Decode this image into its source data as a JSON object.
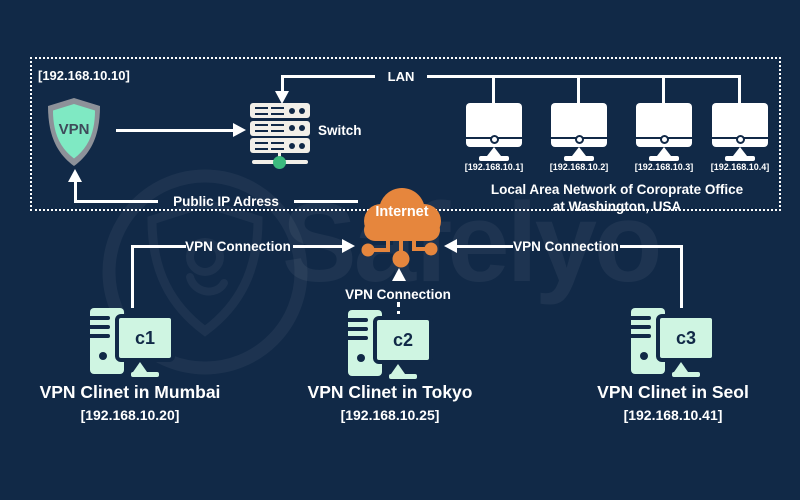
{
  "colors": {
    "background": "#112947",
    "cloud_orange": "#E6863D",
    "shield_mint": "#7FE9C3",
    "shield_border_gray": "#8D9199",
    "client_mint": "#CFF5E2",
    "switch_cream": "#F2EFE8",
    "led_green": "#3CBA7E",
    "line_white": "#FFFFFF"
  },
  "watermark": {
    "brand": "Safelyo"
  },
  "lan": {
    "gateway_ip": "[192.168.10.10]",
    "shield_label": "VPN",
    "switch_label": "Switch",
    "lan_label": "LAN",
    "public_ip_label": "Public IP Adress",
    "caption_line1": "Local Area Network of Coroprate Office",
    "caption_line2": "at Washington, USA",
    "workstations": [
      {
        "ip": "[192.168.10.1]"
      },
      {
        "ip": "[192.168.10.2]"
      },
      {
        "ip": "[192.168.10.3]"
      },
      {
        "ip": "[192.168.10.4]"
      }
    ]
  },
  "internet": {
    "label": "Internet"
  },
  "connections": {
    "left": "VPN Connection",
    "middle": "VPN Connection",
    "right": "VPN Connection"
  },
  "clients": [
    {
      "id": "c1",
      "name": "VPN Clinet in Mumbai",
      "ip": "[192.168.10.20]"
    },
    {
      "id": "c2",
      "name": "VPN Clinet in Tokyo",
      "ip": "[192.168.10.25]"
    },
    {
      "id": "c3",
      "name": "VPN Clinet in Seol",
      "ip": "[192.168.10.41]"
    }
  ]
}
